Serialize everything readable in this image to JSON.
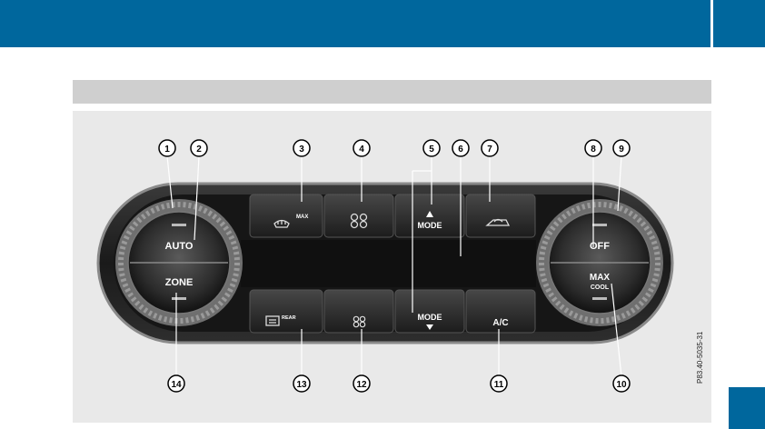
{
  "image_code": "P83.40-5035-31",
  "controls": {
    "left_knob_top": "AUTO",
    "left_knob_bottom": "ZONE",
    "right_knob_top": "OFF",
    "right_knob_bottom_1": "MAX",
    "right_knob_bottom_2": "COOL",
    "defrost_max": "MAX",
    "mode_up": "MODE",
    "mode_down": "MODE",
    "rear_defrost_1": "REAR",
    "ac": "A/C"
  },
  "callouts": [
    "1",
    "2",
    "3",
    "4",
    "5",
    "6",
    "7",
    "8",
    "9",
    "10",
    "11",
    "12",
    "13",
    "14"
  ],
  "colors": {
    "header_blue": "#00679d",
    "panel_bg": "#e9e9e9",
    "bar_grey": "#cfcfcf",
    "unit_dark": "#1e1e1e"
  }
}
